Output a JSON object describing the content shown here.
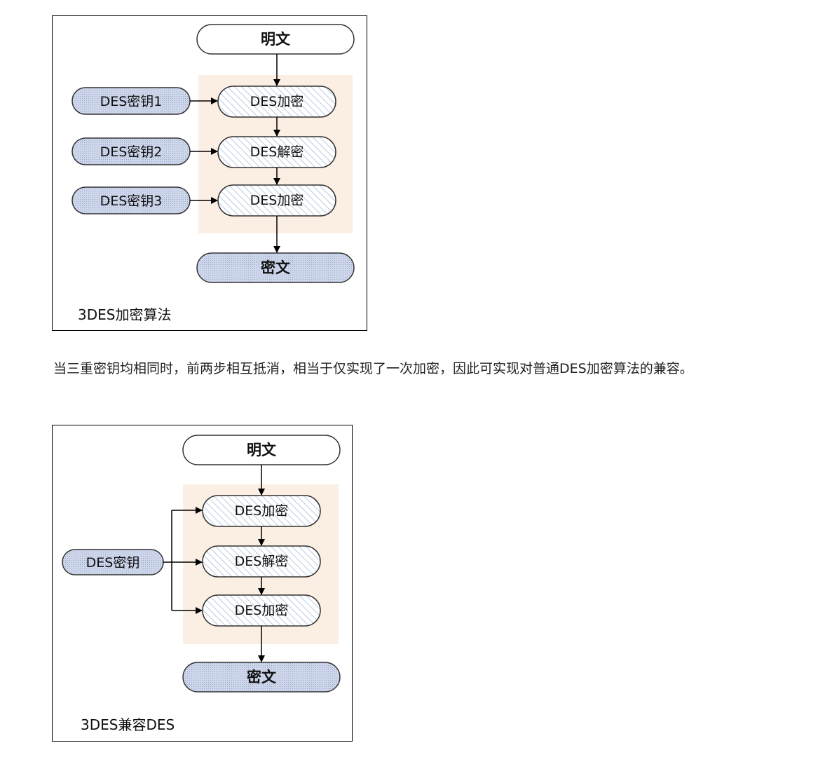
{
  "figure1": {
    "plaintext": "明文",
    "steps": [
      "DES加密",
      "DES解密",
      "DES加密"
    ],
    "keys": [
      "DES密钥1",
      "DES密钥2",
      "DES密钥3"
    ],
    "ciphertext": "密文",
    "caption": "3DES加密算法"
  },
  "paragraph": "当三重密钥均相同时，前两步相互抵消，相当于仅实现了一次加密，因此可实现对普通DES加密算法的兼容。",
  "figure2": {
    "plaintext": "明文",
    "steps": [
      "DES加密",
      "DES解密",
      "DES加密"
    ],
    "key": "DES密钥",
    "ciphertext": "密文",
    "caption": "3DES兼容DES"
  },
  "colors": {
    "key_fill": "#c9d3e8",
    "step_hatch": "#9fb4d9",
    "stage_bg": "#fbefe4",
    "border": "#000000"
  }
}
